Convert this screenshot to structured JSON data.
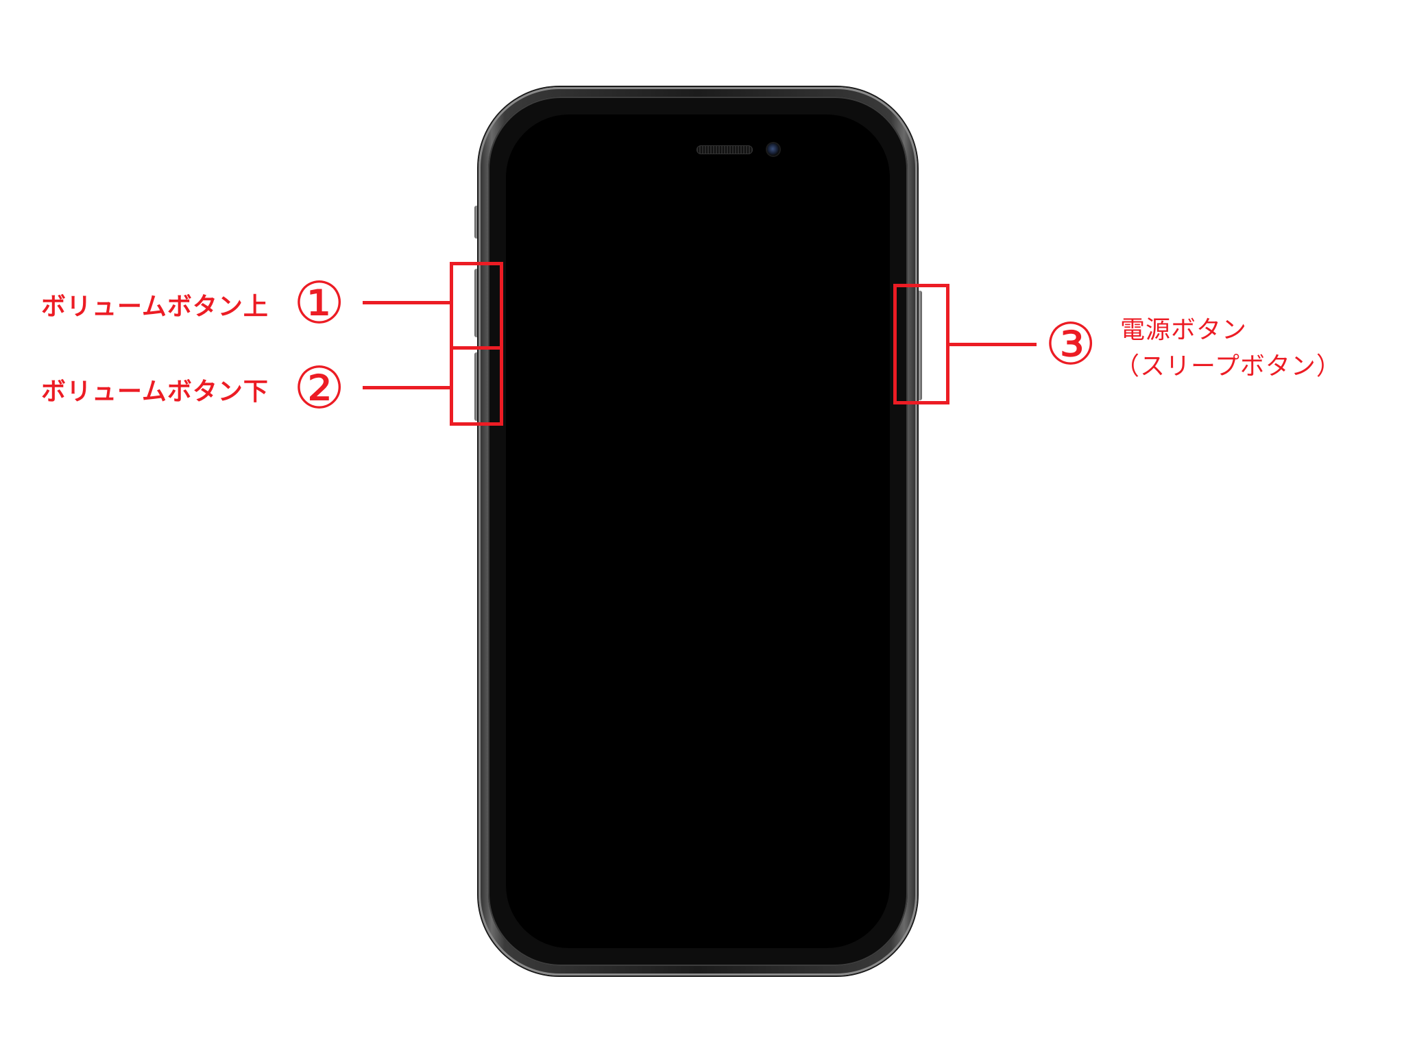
{
  "annotations": [
    {
      "number": "①",
      "label": "ボリュームボタン上"
    },
    {
      "number": "②",
      "label": "ボリュームボタン下"
    },
    {
      "number": "③",
      "label_line1": "電源ボタン",
      "label_line2": "（スリープボタン）"
    }
  ],
  "colors": {
    "annotation": "#ec1c24",
    "background": "#ffffff",
    "screen": "#000000"
  }
}
